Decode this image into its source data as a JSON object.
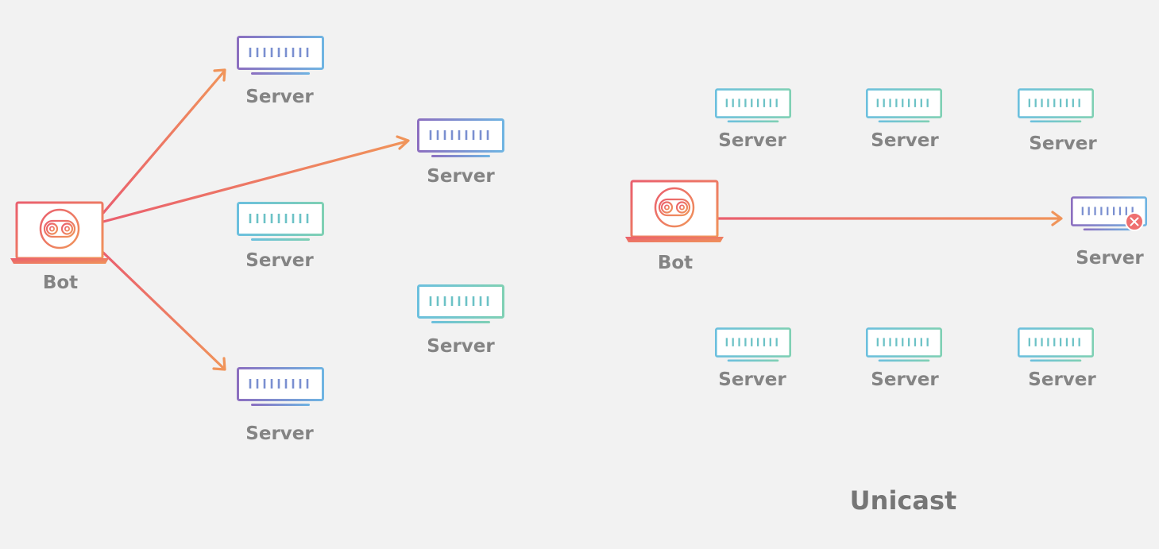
{
  "colors": {
    "background": "#f2f2f2",
    "label": "#848484",
    "arrow_start": "#ea5f6e",
    "arrow_end": "#f0945a",
    "server_purple_start": "#8c6fc0",
    "server_purple_end": "#6fb4e2",
    "server_teal_start": "#6cc0de",
    "server_teal_end": "#7fd0b4",
    "bot_start": "#ea5f6e",
    "bot_end": "#f0945a",
    "error_badge": "#ef6f6f"
  },
  "left": {
    "bot_label": "Bot",
    "servers": [
      {
        "label": "Server",
        "variant": "purple",
        "targeted": true
      },
      {
        "label": "Server",
        "variant": "purple",
        "targeted": true
      },
      {
        "label": "Server",
        "variant": "teal",
        "targeted": false
      },
      {
        "label": "Server",
        "variant": "teal",
        "targeted": false
      },
      {
        "label": "Server",
        "variant": "purple",
        "targeted": true
      }
    ]
  },
  "right": {
    "bot_label": "Bot",
    "title": "Unicast",
    "servers": [
      {
        "label": "Server",
        "variant": "teal"
      },
      {
        "label": "Server",
        "variant": "teal"
      },
      {
        "label": "Server",
        "variant": "teal"
      },
      {
        "label": "Server",
        "variant": "purple",
        "targeted": true,
        "status_icon": "x-circle-icon"
      },
      {
        "label": "Server",
        "variant": "teal"
      },
      {
        "label": "Server",
        "variant": "teal"
      },
      {
        "label": "Server",
        "variant": "teal"
      }
    ]
  }
}
